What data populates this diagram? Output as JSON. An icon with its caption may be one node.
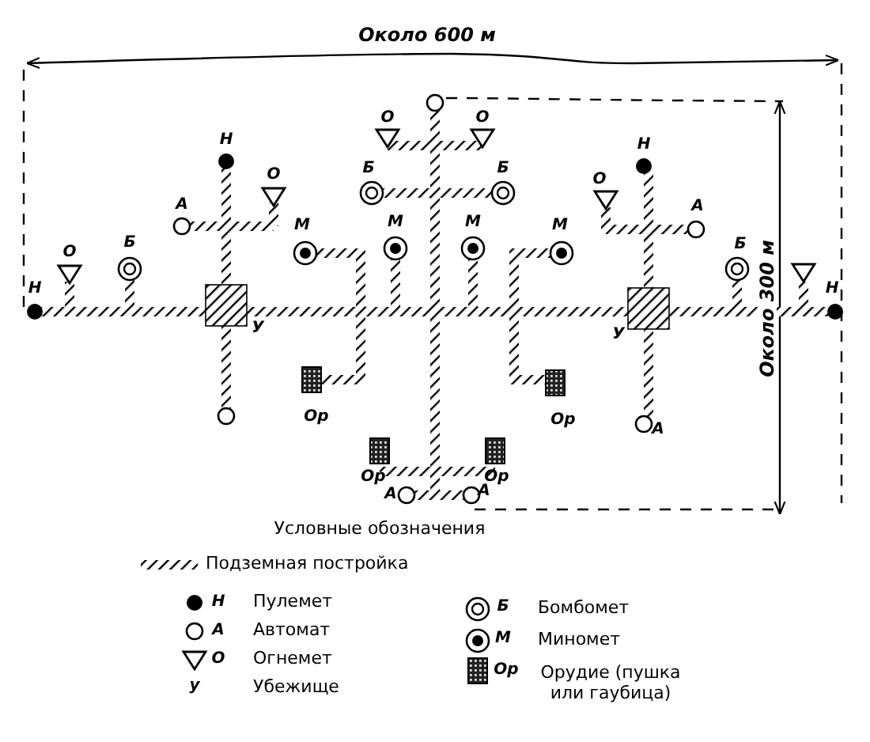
{
  "diagram": {
    "labels": [
      "Около 600 м",
      "О",
      "О",
      "Н",
      "Н",
      "Б",
      "Б",
      "О",
      "О",
      "А",
      "А",
      "М",
      "М",
      "М",
      "М",
      "Б",
      "Б",
      "О",
      "Около 300 м",
      "Н",
      "Н",
      "У",
      "У",
      "Ор",
      "Ор",
      "А",
      "Ор",
      "Ор",
      "А",
      "А",
      "Условные обозначения",
      "Н",
      "А",
      "О",
      "у",
      "Б",
      "М",
      "Ор"
    ],
    "legend": [
      {
        "text": "Подземная постройка"
      },
      {
        "text": "Пулемет"
      },
      {
        "text": "Автомат"
      },
      {
        "text": "Огнемет"
      },
      {
        "text": "Убежище"
      },
      {
        "text": "Бомбомет"
      },
      {
        "text": "Миномет"
      },
      {
        "text": "Орудие (пушка или гаубица)"
      }
    ]
  }
}
